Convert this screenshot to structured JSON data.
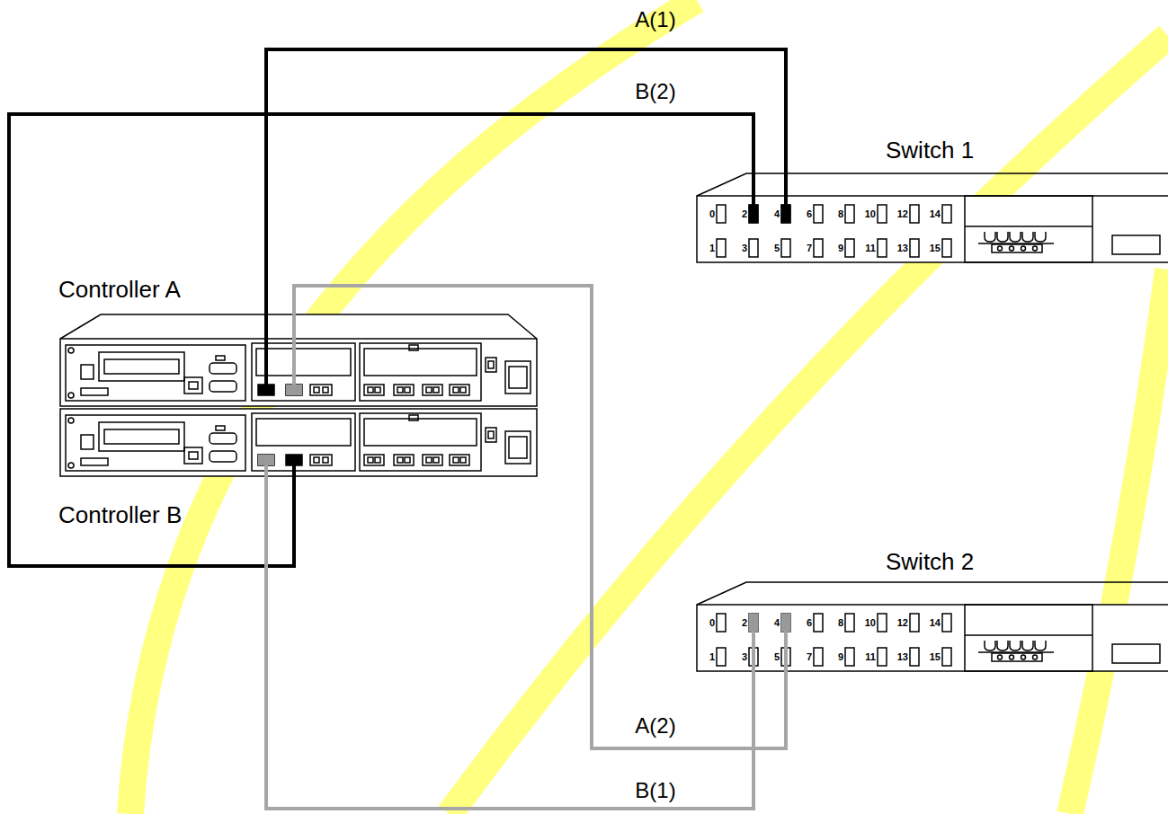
{
  "diagram": {
    "nodes": [
      {
        "text": [
          "Switch 1"
        ]
      },
      {
        "text": [
          "Controller A"
        ]
      },
      {
        "text": [
          "Controller B"
        ]
      },
      {
        "text": [
          "Switch 2"
        ]
      }
    ],
    "edges": [
      {
        "from": 1,
        "to": 0,
        "arrow": "none",
        "label": "A(1)"
      },
      {
        "from": 2,
        "to": 0,
        "arrow": "none",
        "label": "B(2)"
      },
      {
        "from": 1,
        "to": 3,
        "arrow": "none",
        "label": "A(2)"
      },
      {
        "from": 2,
        "to": 3,
        "arrow": "none",
        "label": "B(1)"
      }
    ],
    "labels": [
      "0",
      "2",
      "4",
      "6",
      "8",
      "10",
      "12",
      "14",
      "1",
      "3",
      "5",
      "7",
      "9",
      "11",
      "13",
      "15",
      "0",
      "2",
      "4",
      "6",
      "8",
      "10",
      "12",
      "14",
      "1",
      "3",
      "5",
      "7",
      "9",
      "11",
      "13",
      "15"
    ]
  }
}
